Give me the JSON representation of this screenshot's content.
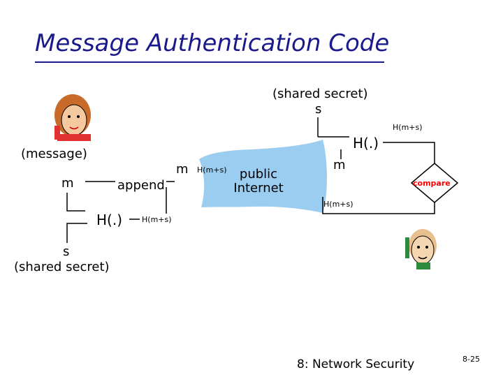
{
  "title": "Message Authentication Code",
  "sender": {
    "message_label": "(message)",
    "m": "m",
    "append": "append",
    "hash": "H(.)",
    "hash_out": "H(m+s)",
    "s": "s",
    "secret": "(shared secret)"
  },
  "channel": {
    "m": "m",
    "hash_tag": "H(m+s)",
    "internet": [
      "public",
      "Internet"
    ]
  },
  "receiver": {
    "secret": "(shared secret)",
    "s": "s",
    "hash": "H(.)",
    "hash_out": "H(m+s)",
    "m": "m",
    "compare": "compare",
    "received_hash": "H(m+s)"
  },
  "footer": {
    "course": "8: Network Security",
    "page": "8-25"
  },
  "colors": {
    "title": "#1a1a8c",
    "cloud": "#9bcdf0",
    "compare": "#ff0000"
  },
  "icons": [
    "alice-cartoon-icon",
    "bob-cartoon-icon"
  ]
}
